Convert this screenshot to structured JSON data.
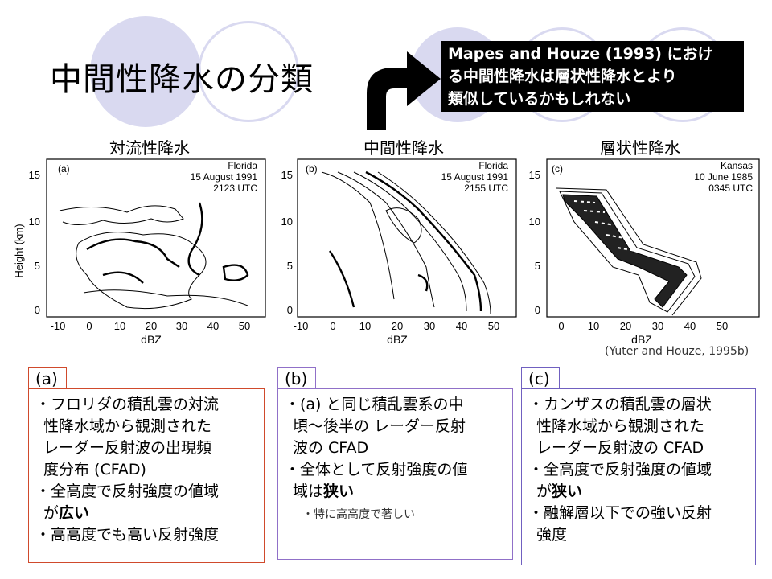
{
  "title": "中間性降水の分類",
  "callout": {
    "line1": "Mapes and Houze (1993) におけ",
    "line2": "る中間性降水は層状性降水とより",
    "line3": "類似しているかもしれない"
  },
  "panels": [
    {
      "heading": "対流性降水",
      "tag": "(a)",
      "loc": "Florida",
      "date": "15 August 1991",
      "time": "2123 UTC"
    },
    {
      "heading": "中間性降水",
      "tag": "(b)",
      "loc": "Florida",
      "date": "15 August 1991",
      "time": "2155 UTC"
    },
    {
      "heading": "層状性降水",
      "tag": "(c)",
      "loc": "Kansas",
      "date": "10 June 1985",
      "time": "0345 UTC"
    }
  ],
  "axes": {
    "ylabel": "Height (km)",
    "xlabel": "dBZ",
    "yticks": [
      "15",
      "10",
      "5",
      "0"
    ],
    "xticks_ab": [
      "-10",
      "0",
      "10",
      "20",
      "30",
      "40",
      "50"
    ],
    "xticks_c": [
      "0",
      "10",
      "20",
      "30",
      "40",
      "50"
    ]
  },
  "credit": "(Yuter and Houze, 1995b)",
  "boxes": [
    {
      "tab": "(a)",
      "l1": "・フロリダの積乱雲の対流",
      "l2": "性降水域から観測された",
      "l3": "レーダー反射波の出現頻",
      "l4": "度分布 (CFAD)",
      "l5a": "・全高度で反射強度の値域",
      "l5b_pre": "が",
      "l5b_bold": "広い",
      "l6": "・高高度でも高い反射強度"
    },
    {
      "tab": "(b)",
      "l1": "・(a) と同じ積乱雲系の中",
      "l2": "頃～後半の レーダー反射",
      "l3": "波の CFAD",
      "l4a": "・全体として反射強度の値",
      "l4b_pre": "域は",
      "l4b_bold": "狭い",
      "note": "・特に高高度で著しい"
    },
    {
      "tab": "(c)",
      "l1": "・カンザスの積乱雲の層状",
      "l2": "性降水域から観測された",
      "l3": "レーダー反射波の CFAD",
      "l4a": "・全高度で反射強度の値域",
      "l4b_pre": "が",
      "l4b_bold": "狭い",
      "l5a": "・融解層以下での強い反射",
      "l5b": "強度"
    }
  ]
}
